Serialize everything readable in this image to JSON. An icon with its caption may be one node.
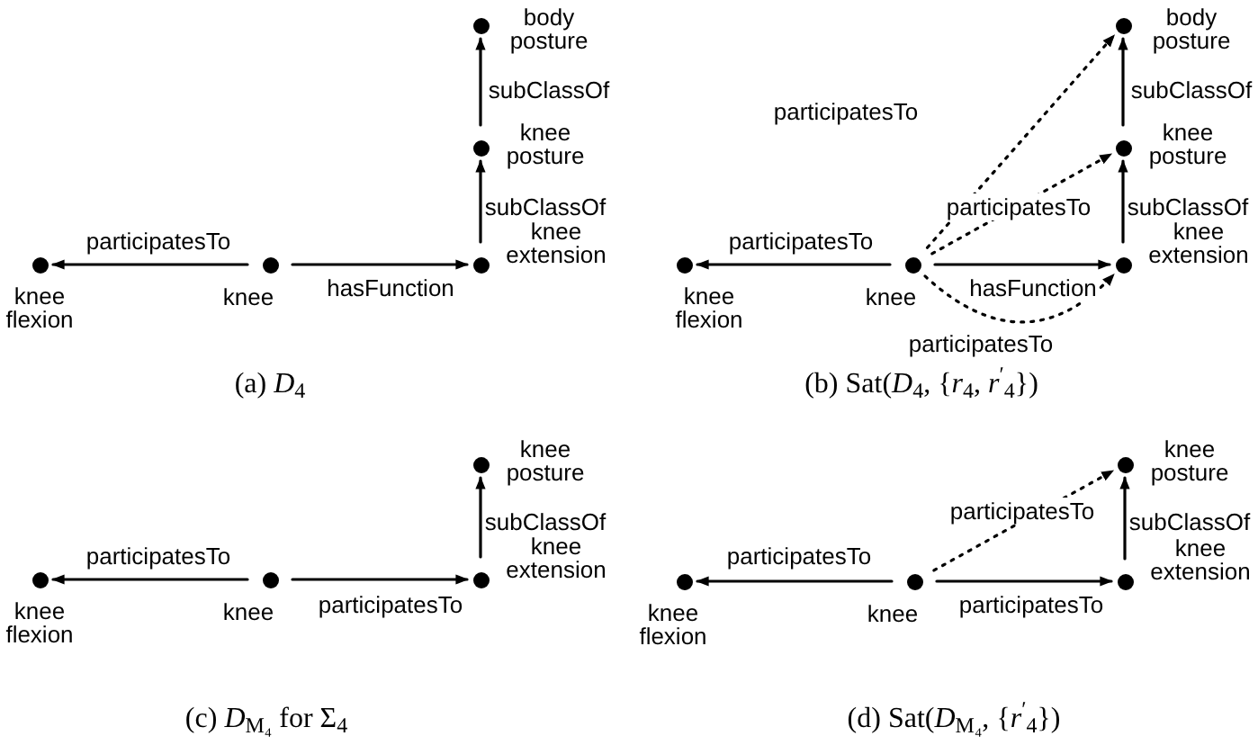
{
  "diagram": {
    "nodes": [
      {
        "text": [],
        "shape": "circle",
        "beside": [
          "knee flexion"
        ]
      },
      {
        "text": [],
        "shape": "circle",
        "beside": [
          "knee"
        ]
      },
      {
        "text": [],
        "shape": "circle",
        "beside": [
          "knee extension"
        ]
      },
      {
        "text": [],
        "shape": "circle",
        "beside": [
          "knee posture"
        ]
      },
      {
        "text": [],
        "shape": "circle",
        "beside": [
          "body posture"
        ]
      },
      {
        "text": [],
        "shape": "circle",
        "beside": [
          "knee flexion"
        ]
      },
      {
        "text": [],
        "shape": "circle",
        "beside": [
          "knee"
        ]
      },
      {
        "text": [],
        "shape": "circle",
        "beside": [
          "knee extension"
        ]
      },
      {
        "text": [],
        "shape": "circle",
        "beside": [
          "knee posture"
        ]
      },
      {
        "text": [],
        "shape": "circle",
        "beside": [
          "body posture"
        ]
      },
      {
        "text": [],
        "shape": "circle",
        "beside": [
          "knee flexion"
        ]
      },
      {
        "text": [],
        "shape": "circle",
        "beside": [
          "knee"
        ]
      },
      {
        "text": [],
        "shape": "circle",
        "beside": [
          "knee extension"
        ]
      },
      {
        "text": [],
        "shape": "circle",
        "beside": [
          "knee posture"
        ]
      },
      {
        "text": [],
        "shape": "circle",
        "beside": [
          "knee flexion"
        ]
      },
      {
        "text": [],
        "shape": "circle",
        "beside": [
          "knee"
        ]
      },
      {
        "text": [],
        "shape": "circle",
        "beside": [
          "knee extension"
        ]
      },
      {
        "text": [],
        "shape": "circle",
        "beside": [
          "knee posture"
        ]
      }
    ],
    "edges": [
      {
        "from": 1,
        "to": 0,
        "arrow": "to",
        "label": "participatesTo"
      },
      {
        "from": 1,
        "to": 2,
        "arrow": "to",
        "label": "hasFunction"
      },
      {
        "from": 2,
        "to": 3,
        "arrow": "to",
        "label": "subClassOf"
      },
      {
        "from": 3,
        "to": 4,
        "arrow": "to",
        "label": "subClassOf"
      },
      {
        "from": 6,
        "to": 5,
        "arrow": "to",
        "label": "participatesTo"
      },
      {
        "from": 6,
        "to": 7,
        "arrow": "to",
        "label": "hasFunction"
      },
      {
        "from": 7,
        "to": 8,
        "arrow": "to",
        "label": "subClassOf"
      },
      {
        "from": 8,
        "to": 9,
        "arrow": "to",
        "label": "subClassOf"
      },
      {
        "from": 6,
        "to": 9,
        "arrow": "to",
        "label": "participatesTo",
        "style": "dashed"
      },
      {
        "from": 6,
        "to": 8,
        "arrow": "to",
        "label": "participatesTo",
        "style": "dashed"
      },
      {
        "from": 6,
        "to": 7,
        "arrow": "to",
        "label": "participatesTo",
        "style": "dashed"
      },
      {
        "from": 11,
        "to": 10,
        "arrow": "to",
        "label": "participatesTo"
      },
      {
        "from": 11,
        "to": 12,
        "arrow": "to",
        "label": "participatesTo"
      },
      {
        "from": 12,
        "to": 13,
        "arrow": "to",
        "label": "subClassOf"
      },
      {
        "from": 15,
        "to": 14,
        "arrow": "to",
        "label": "participatesTo"
      },
      {
        "from": 15,
        "to": 16,
        "arrow": "to",
        "label": "participatesTo"
      },
      {
        "from": 16,
        "to": 17,
        "arrow": "to",
        "label": "subClassOf"
      },
      {
        "from": 15,
        "to": 17,
        "arrow": "to",
        "label": "participatesTo",
        "style": "dashed"
      }
    ],
    "labels": [
      "(a) *D*$_{4}$",
      "(b) Sat(*D*$_{4}$, {*r*$_{4}$, *r*$^{′}$$_{4}$})",
      "(c) *D*$_{M₄}$ for Σ$_{4}$",
      "(d) Sat(*D*$_{M₄}$, {*r*$^{′}$$_{4}$})"
    ]
  }
}
